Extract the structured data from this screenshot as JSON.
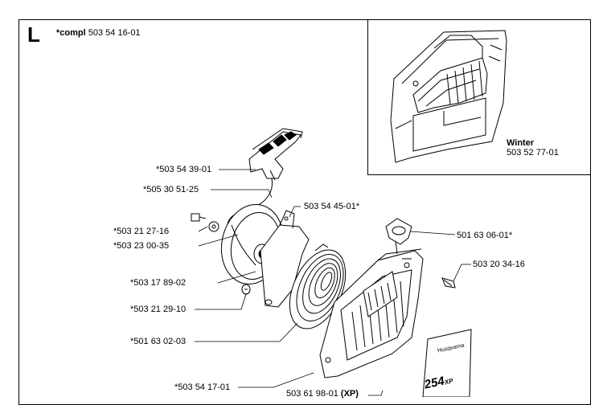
{
  "section_letter": "L",
  "compl": {
    "prefix": "*compl",
    "number": "503 54 16-01"
  },
  "inset": {
    "title": "Winter",
    "number": "503 52 77-01"
  },
  "parts": [
    {
      "id": "p1",
      "text": "*503 54 39-01"
    },
    {
      "id": "p2",
      "text": "*505 30 51-25"
    },
    {
      "id": "p3",
      "text": "503 54 45-01*"
    },
    {
      "id": "p4",
      "text": "*503 21 27-16"
    },
    {
      "id": "p5",
      "text": "*503 23 00-35"
    },
    {
      "id": "p6",
      "text": "501 63 06-01*"
    },
    {
      "id": "p7",
      "text": "503 20 34-16"
    },
    {
      "id": "p8",
      "text": "*503 17 89-02"
    },
    {
      "id": "p9",
      "text": "*503 21 29-10"
    },
    {
      "id": "p10",
      "text": "*501 63 02-03"
    },
    {
      "id": "p11",
      "text": "*503 54 17-01"
    },
    {
      "id": "p12",
      "text": "503 61 98-01",
      "suffix": "(XP)"
    }
  ],
  "decal": {
    "brand": "Husqvarna",
    "model": "254",
    "model_suffix": "XP"
  }
}
